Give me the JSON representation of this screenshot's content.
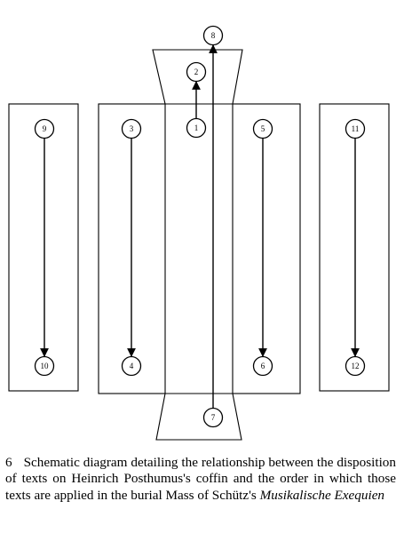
{
  "diagram": {
    "nodes": [
      {
        "id": "1",
        "label": "1"
      },
      {
        "id": "2",
        "label": "2"
      },
      {
        "id": "3",
        "label": "3"
      },
      {
        "id": "4",
        "label": "4"
      },
      {
        "id": "5",
        "label": "5"
      },
      {
        "id": "6",
        "label": "6"
      },
      {
        "id": "7",
        "label": "7"
      },
      {
        "id": "8",
        "label": "8"
      },
      {
        "id": "9",
        "label": "9"
      },
      {
        "id": "10",
        "label": "10"
      },
      {
        "id": "11",
        "label": "11"
      },
      {
        "id": "12",
        "label": "12"
      }
    ],
    "edges": [
      {
        "from": "1",
        "to": "2"
      },
      {
        "from": "7",
        "to": "8"
      },
      {
        "from": "9",
        "to": "10"
      },
      {
        "from": "3",
        "to": "4"
      },
      {
        "from": "5",
        "to": "6"
      },
      {
        "from": "11",
        "to": "12"
      }
    ]
  },
  "caption": {
    "number": "6",
    "text_plain": "Schematic diagram detailing the relationship between the disposition of texts on Heinrich Posthumus's coffin and the order in which those texts are applied in the burial Mass of Schütz's",
    "text_italic": "Musikalische Exequien"
  }
}
